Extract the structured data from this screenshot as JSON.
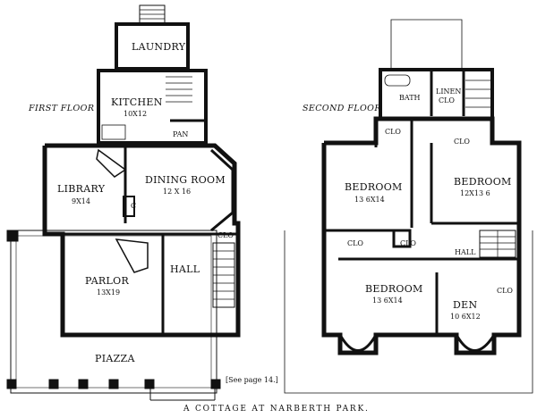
{
  "first_floor": {
    "heading": "FIRST FLOOR",
    "rooms": {
      "laundry": "LAUNDRY",
      "kitchen": "KITCHEN",
      "kitchen_dim": "10X12",
      "pantry": "PAN",
      "library": "LIBRARY",
      "library_dim": "9X14",
      "dining": "DINING ROOM",
      "dining_dim": "12 X 16",
      "closet_c": "C",
      "parlor": "PARLOR",
      "parlor_dim": "13X19",
      "hall": "HALL",
      "hall_clo": "CLO",
      "piazza": "PIAZZA"
    }
  },
  "second_floor": {
    "heading": "SECOND FLOOR",
    "rooms": {
      "bath": "BATH",
      "linen": "LINEN",
      "linen_clo": "CLO",
      "clo_top_left": "CLO",
      "clo_top_right": "CLO",
      "bedroom_left": "BEDROOM",
      "bedroom_left_dim": "13 6X14",
      "bedroom_right": "BEDROOM",
      "bedroom_right_dim": "12X13 6",
      "clo_mid_left": "CLO",
      "clo_mid_center": "CLO",
      "hall": "HALL",
      "bedroom_bottom": "BEDROOM",
      "bedroom_bottom_dim": "13 6X14",
      "den": "DEN",
      "den_dim": "10 6X12",
      "clo_den": "CLO"
    }
  },
  "note": "[See page 14.]",
  "caption": "A COTTAGE AT NARBERTH PARK."
}
